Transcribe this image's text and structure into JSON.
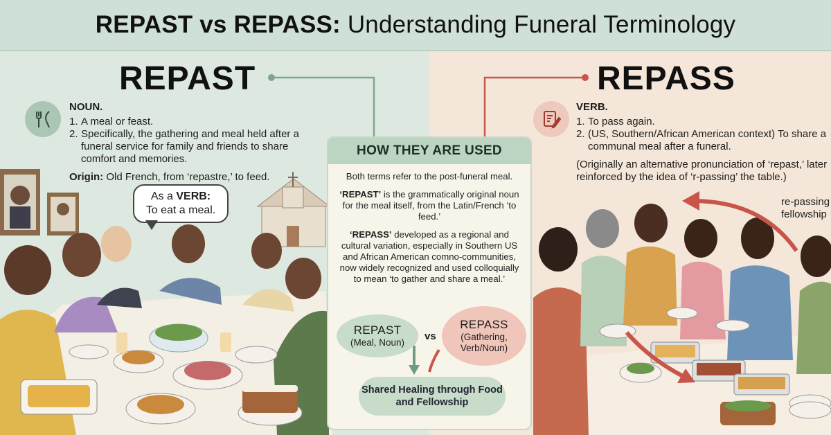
{
  "banner": {
    "title_bold": "REPAST vs REPASS:",
    "title_rest": " Understanding Funeral Terminology"
  },
  "left": {
    "word": "REPAST",
    "icon": "fork-knife-icon",
    "pos": "NOUN.",
    "defs": [
      {
        "num": "1.",
        "text": "A meal or feast."
      },
      {
        "num": "2.",
        "text": "Specifically, the gathering and meal held after a funeral service for family and friends to share comfort and memories."
      }
    ],
    "origin_label": "Origin:",
    "origin_text": " Old French, from ‘repastre,’ to feed.",
    "bubble_line1": "As a ",
    "bubble_bold": "VERB:",
    "bubble_line2": "To eat a meal."
  },
  "right": {
    "word": "REPASS",
    "icon": "document-pen-icon",
    "pos": "VERB.",
    "defs": [
      {
        "num": "1.",
        "text": "To pass again."
      },
      {
        "num": "2.",
        "text": "(US, Southern/African American context) To share a communal meal after a funeral."
      }
    ],
    "note": "(Originally an alternative pronunciation of ‘repast,’ later reinforced by the idea of ‘r-passing’ the table.)",
    "side_label_1": "re-passing",
    "side_label_2": "fellowship"
  },
  "center": {
    "heading": "HOW THEY ARE USED",
    "p1": "Both terms refer to the post-funeral meal.",
    "p2_bold": "‘REPAST’",
    "p2_rest": " is the grammatically original noun for the meal itself, from the Latin/French ‘to feed.’",
    "p3_bold": "‘REPASS’",
    "p3_rest": " developed as a regional and cultural variation, especially in Southern US and African American comno-communities, now widely recognized and used colloquially to mean ‘to gather and share a meal.’",
    "oval_left_title": "REPAST",
    "oval_left_sub": "(Meal, Noun)",
    "vs": "vs",
    "oval_right_title": "REPASS",
    "oval_right_sub": "(Gathering, Verb/Noun)",
    "result": "Shared Healing through Food and Fellowship"
  },
  "colors": {
    "left_bg": "#dde8e0",
    "right_bg": "#f4e6d8",
    "banner": "#cfe0d6",
    "accent_green": "#6f9c80",
    "accent_red": "#c8554a"
  }
}
